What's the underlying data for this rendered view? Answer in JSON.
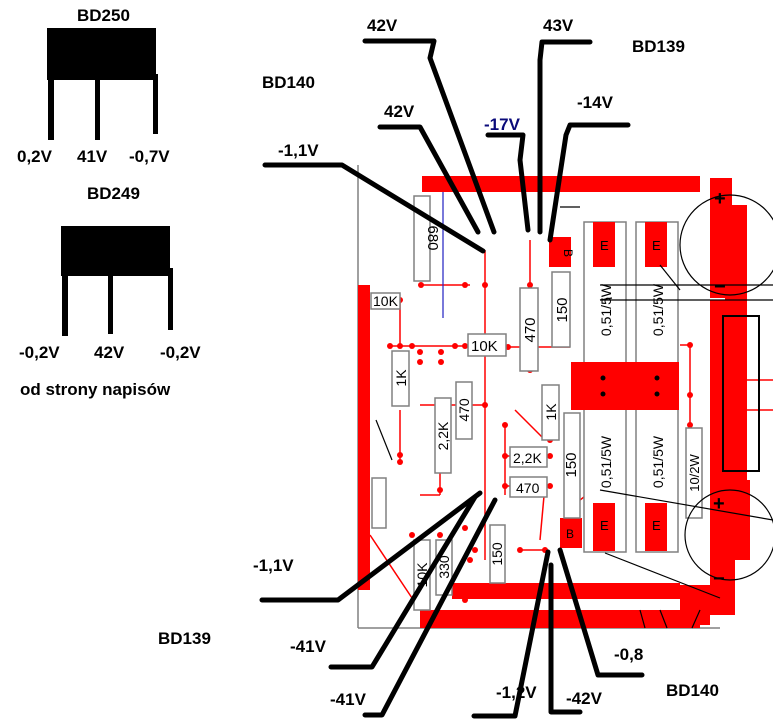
{
  "pinouts": [
    {
      "name": "BD250",
      "pins": [
        "0,2V",
        "41V",
        "-0,7V"
      ]
    },
    {
      "name": "BD249",
      "pins": [
        "-0,2V",
        "42V",
        "-0,2V"
      ]
    }
  ],
  "pinout_note": "od strony napisów",
  "transistor_labels": {
    "bd140_top": "BD140",
    "bd139_top": "BD139",
    "bd139_bottom": "BD139",
    "bd140_bottom": "BD140"
  },
  "voltage_labels": {
    "v_42_top": "42V",
    "v_43": "43V",
    "v_42_mid": "42V",
    "v_m17": "-17V",
    "v_m14": "-14V",
    "v_m11_top": "-1,1V",
    "v_m11_bottom": "-1,1V",
    "v_m41_a": "-41V",
    "v_m41_b": "-41V",
    "v_m12": "-1,2V",
    "v_m42": "-42V",
    "v_m08": "-0,8"
  },
  "components": {
    "r680": "680",
    "r10k_a": "10K",
    "r10k_b": "10K",
    "r470_a": "470",
    "r150_a": "150",
    "r1k_a": "1K",
    "r22k": "2,2K",
    "r470_b": "470",
    "r1k_b": "1K",
    "r22k_b": "2,2K",
    "r470_c": "470",
    "r150_b": "150",
    "r051_a": "0,51/5W",
    "r051_b": "0,51/5W",
    "r051_c": "0,51/5W",
    "r051_d": "0,51/5W",
    "r10_2w": "10/2W",
    "r10k_c": "10K",
    "r330": "330",
    "r150_c": "150",
    "pad_b": "B",
    "pad_e": "E",
    "plus": "+",
    "minus": "−"
  },
  "colors": {
    "copper": "#ff0000",
    "leader": "#000000",
    "outline": "#808080",
    "blue_label": "#0a0a7a"
  }
}
